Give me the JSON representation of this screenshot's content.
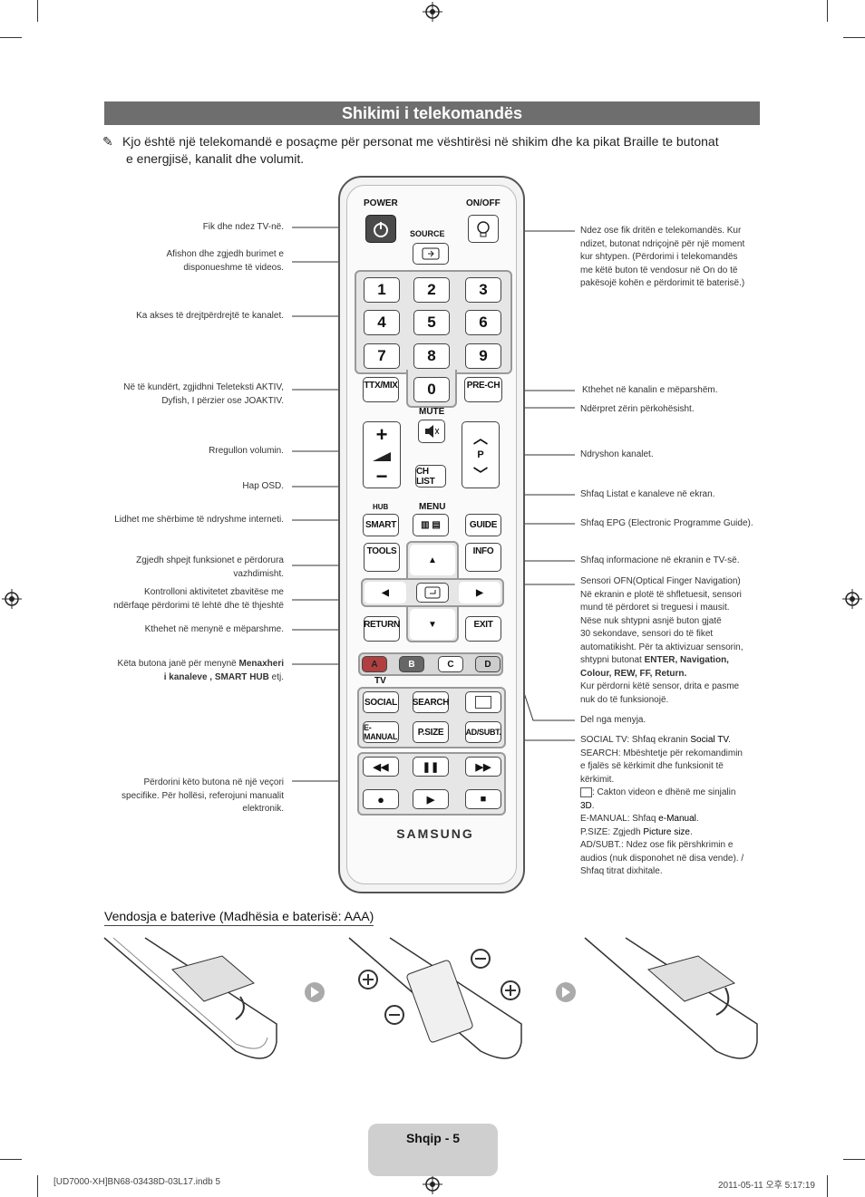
{
  "title": "Shikimi i telekomandës",
  "note": {
    "line1": "Kjo është një telekomandë e posaçme për personat me vështirësi në shikim dhe ka pikat Braille te butonat",
    "line2": "e energjisë, kanalit dhe volumit."
  },
  "left_labels": {
    "power": "Fik dhe ndez TV-në.",
    "source_1": "Afishon dhe zgjedh burimet e",
    "source_2": "disponueshme të videos.",
    "numbers": "Ka akses të drejtpërdrejtë te kanalet.",
    "ttx_1": "Në të kundërt, zgjidhni Teleteksti AKTIV,",
    "ttx_2": "Dyfish, I përzier ose JOAKTIV.",
    "volume": "Rregullon volumin.",
    "osd": "Hap OSD.",
    "smart": "Lidhet me shërbime të ndryshme interneti.",
    "tools_1": "Zgjedh shpejt funksionet e përdorura",
    "tools_2": "vazhdimisht.",
    "nav_1": "Kontrolloni aktivitetet zbavitëse me",
    "nav_2": "ndërfaqe përdorimi të lehtë dhe të thjeshtë",
    "return": "Kthehet në menynë e mëparshme.",
    "color_1a": "Këta butona janë për menynë",
    "color_1b": "Menaxheri",
    "color_2a": "i kanaleve , SMART HUB",
    "color_2b": "etj.",
    "media_1": "Përdorini këto butona në një veçori",
    "media_2": "specifike. Për hollësi, referojuni manualit",
    "media_3": "elektronik."
  },
  "right_labels": {
    "onoff": [
      "Ndez ose fik dritën e telekomandës. Kur",
      "ndizet, butonat ndriçojnë për një moment",
      "kur shtypen. (Përdorimi i telekomandës",
      "me këtë buton të vendosur në On do të",
      "pakësojë kohën e përdorimit të baterisë.)"
    ],
    "prech": "Kthehet në kanalin e mëparshëm.",
    "mute": "Ndërpret zërin përkohësisht.",
    "channel": "Ndryshon kanalet.",
    "chlist": "Shfaq Listat e kanaleve në ekran.",
    "guide": "Shfaq EPG (Electronic Programme Guide).",
    "info": "Shfaq informacione në ekranin e TV-së.",
    "ofn_1": "Sensori OFN(Optical Finger Navigation)",
    "ofn_2": "Në ekranin e plotë të shfletuesit, sensori",
    "ofn_3": "mund të përdoret si treguesi i mausit.",
    "ofn_4": "Nëse nuk shtypni asnjë buton gjatë",
    "ofn_5": "30 sekondave, sensori do të fiket",
    "ofn_6": "automatikisht. Për ta aktivizuar sensorin,",
    "ofn_7a": "shtypni butonat",
    "ofn_7b": "ENTER, Navigation,",
    "ofn_8": "Colour, REW, FF, Return.",
    "ofn_9": "Kur përdorni këtë sensor, drita e pasme",
    "ofn_10": "nuk do të funksionojë.",
    "exit": "Del nga menyja.",
    "st_a": "SOCIAL TV",
    "st_b": ": Shfaq ekranin",
    "st_c": "Social TV",
    "se_a": "SEARCH",
    "se_b": ": Mbështetje për rekomandimin",
    "se_2": "e fjalës së kërkimit dhe funksionit të",
    "se_3": "kërkimit.",
    "td_b": ": Cakton videon e dhënë me sinjalin",
    "td_2": "3D",
    "em_a": "E-MANUAL",
    "em_b": ": Shfaq",
    "em_c": "e-Manual",
    "ps_a": "P.SIZE",
    "ps_b": ": Zgjedh",
    "ps_c": "Picture size",
    "ad_a": "AD/SUBT.",
    "ad_b": ": Ndez ose fik përshkrimin e",
    "ad_2": "audios (nuk disponohet në disa vende). /",
    "ad_3": "Shfaq titrat dixhitale."
  },
  "remote": {
    "power": "POWER",
    "onoff": "ON/OFF",
    "source": "SOURCE",
    "numbers": [
      "1",
      "2",
      "3",
      "4",
      "5",
      "6",
      "7",
      "8",
      "9"
    ],
    "zero": "0",
    "ttx": "TTX/MIX",
    "prech": "PRE-CH",
    "mute": "MUTE",
    "p": "P",
    "chlist": "CH LIST",
    "hub": "HUB",
    "menu": "MENU",
    "smart": "SMART",
    "guide": "GUIDE",
    "tools": "TOOLS",
    "info": "INFO",
    "return": "RETURN",
    "exit": "EXIT",
    "colors": [
      "A",
      "B",
      "C",
      "D"
    ],
    "tv": "TV",
    "social": "SOCIAL",
    "search": "SEARCH",
    "emanual": "E-MANUAL",
    "psize": "P.SIZE",
    "adsubt": "AD/SUBT.",
    "brand": "SAMSUNG"
  },
  "battery_section": "Vendosja e baterive (Madhësia e baterisë: AAA)",
  "footer": {
    "page": "Shqip - 5",
    "file": "[UD7000-XH]BN68-03438D-03L17.indb   5",
    "date": "2011-05-11   오후 5:17:19"
  },
  "colors": {
    "title_bar": "#6e6e6e",
    "btn_a": "#b04040",
    "btn_b": "#666666",
    "btn_c": "#ffffff",
    "btn_d": "#cccccc"
  }
}
